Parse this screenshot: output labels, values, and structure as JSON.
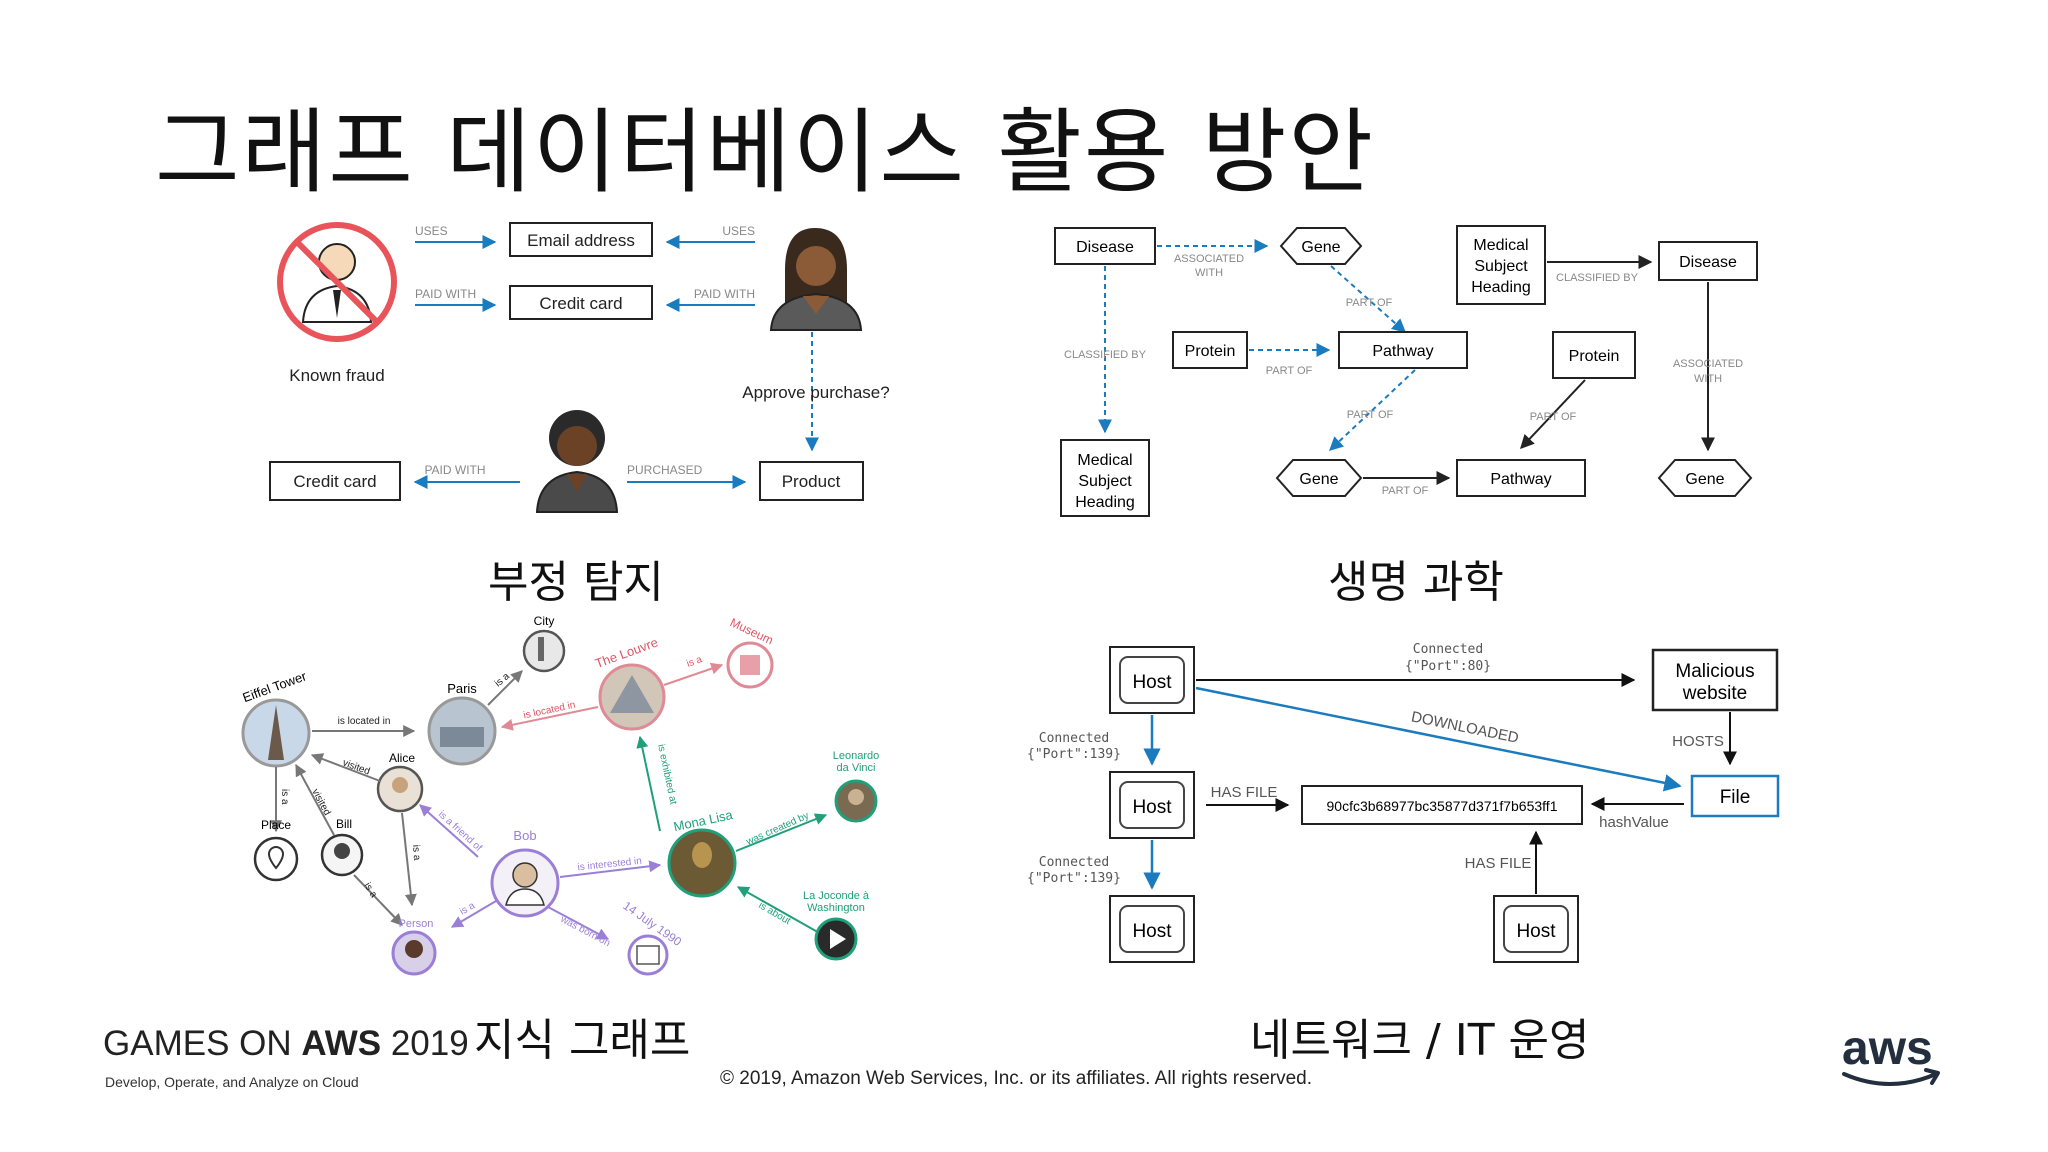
{
  "slide": {
    "title": "그래프 데이터베이스 활용 방안"
  },
  "captions": {
    "fraud": "부정 탐지",
    "life_science": "생명 과학",
    "knowledge": "지식 그래프",
    "network": "네트워크 / IT 운영"
  },
  "fraud": {
    "email": "Email address",
    "credit_card_top": "Credit card",
    "credit_card_bottom": "Credit card",
    "product": "Product",
    "known_fraud": "Known fraud",
    "uses_left": "USES",
    "uses_right": "USES",
    "paid_with_left": "PAID WITH",
    "paid_with_right": "PAID WITH",
    "paid_with_bottom": "PAID WITH",
    "purchased": "PURCHASED",
    "approve": "Approve purchase?"
  },
  "life": {
    "disease_left": "Disease",
    "associated_with_1": "ASSOCIATED",
    "associated_with_2": "WITH",
    "gene_top": "Gene",
    "part_of_1": "PART OF",
    "classified_by_left": "CLASSIFIED BY",
    "protein_left": "Protein",
    "part_of_2": "PART OF",
    "pathway_top": "Pathway",
    "part_of_3": "PART OF",
    "msh_left_1": "Medical",
    "msh_left_2": "Subject",
    "msh_left_3": "Heading",
    "gene_bottom": "Gene",
    "part_of_4": "PART OF",
    "pathway_bottom": "Pathway",
    "msh_right_1": "Medical",
    "msh_right_2": "Subject",
    "msh_right_3": "Heading",
    "classified_by_right": "CLASSIFIED BY",
    "disease_right": "Disease",
    "protein_right": "Protein",
    "part_of_5": "PART OF",
    "associated_with_r1": "ASSOCIATED",
    "associated_with_r2": "WITH",
    "gene_right": "Gene"
  },
  "knowledge": {
    "eiffel": "Eiffel Tower",
    "is_located_in_1": "is located in",
    "paris": "Paris",
    "is_a_paris": "is a",
    "city": "City",
    "louvre": "The Louvre",
    "is_located_in_2": "is located in",
    "is_a_louvre": "is a",
    "museum": "Museum",
    "visited_1": "visited",
    "visited_2": "visited",
    "alice": "Alice",
    "is_a_1": "is a",
    "place": "Place",
    "bill": "Bill",
    "is_a_friend_of": "is a friend of",
    "is_a_alice": "is a",
    "is_exhibited_at": "is exhibited at",
    "bob": "Bob",
    "is_interested_in": "is interested in",
    "mona_lisa": "Mona Lisa",
    "was_created_by": "was created by",
    "leonardo_1": "Leonardo",
    "leonardo_2": "da Vinci",
    "is_a_bill": "is a",
    "is_a_bob": "is a",
    "person": "Person",
    "was_born_on": "was born on",
    "date": "14 July 1990",
    "is_about": "is about",
    "joconde_1": "La Joconde à",
    "joconde_2": "Washington"
  },
  "network": {
    "host_top": "Host",
    "connected_top_1": "Connected",
    "connected_top_2": "{\"Port\":80}",
    "malicious_1": "Malicious",
    "malicious_2": "website",
    "downloaded": "DOWNLOADED",
    "connected_mid_1": "Connected",
    "connected_mid_2": "{\"Port\":139}",
    "hosts": "HOSTS",
    "host_mid": "Host",
    "has_file_left": "HAS FILE",
    "hash": "90cfc3b68977bc35877d371f7b653ff1",
    "file": "File",
    "hash_value": "hashValue",
    "connected_bot_1": "Connected",
    "connected_bot_2": "{\"Port\":139}",
    "has_file_right": "HAS FILE",
    "host_bot_left": "Host",
    "host_bot_right": "Host"
  },
  "footer": {
    "brand_prefix": "GAMES ON ",
    "brand_bold": "AWS",
    "brand_year": " 2019",
    "subtitle": "Develop, Operate, and Analyze on Cloud",
    "copyright": "© 2019, Amazon Web Services, Inc. or its affiliates. All rights reserved.",
    "logo_text": "aws"
  },
  "colors": {
    "blue_arrow": "#1a7bbf",
    "red_ring": "#e8545a",
    "teal": "#1fa07a",
    "purple": "#9b7fd6",
    "pink": "#e08a95",
    "grey_box_border": "#333333"
  }
}
